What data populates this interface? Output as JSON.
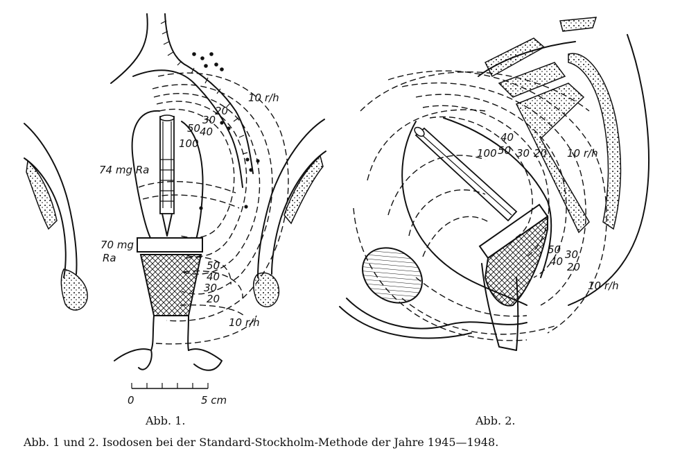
{
  "figure1": {
    "dose_labels": {
      "upper": [
        "10 r/h",
        "20",
        "30",
        "40",
        "50",
        "100"
      ],
      "lower": [
        "50",
        "40",
        "30",
        "20",
        "10 r/h"
      ]
    },
    "source_labels": {
      "upper": "74 mg Ra",
      "lower_line1": "70 mg",
      "lower_line2": "Ra"
    },
    "scale": {
      "start": "0",
      "end": "5 cm"
    },
    "caption": "Abb. 1."
  },
  "figure2": {
    "dose_labels": {
      "upper": [
        "40",
        "100",
        "50",
        "30",
        "20"
      ],
      "side": "10 r/h",
      "lower": [
        "50",
        "30",
        "40",
        "20"
      ],
      "outer": "10 r/h"
    },
    "caption": "Abb. 2."
  },
  "main_caption": "Abb. 1 und 2. Isodosen bei der Standard-Stockholm-Methode der Jahre 1945—1948."
}
